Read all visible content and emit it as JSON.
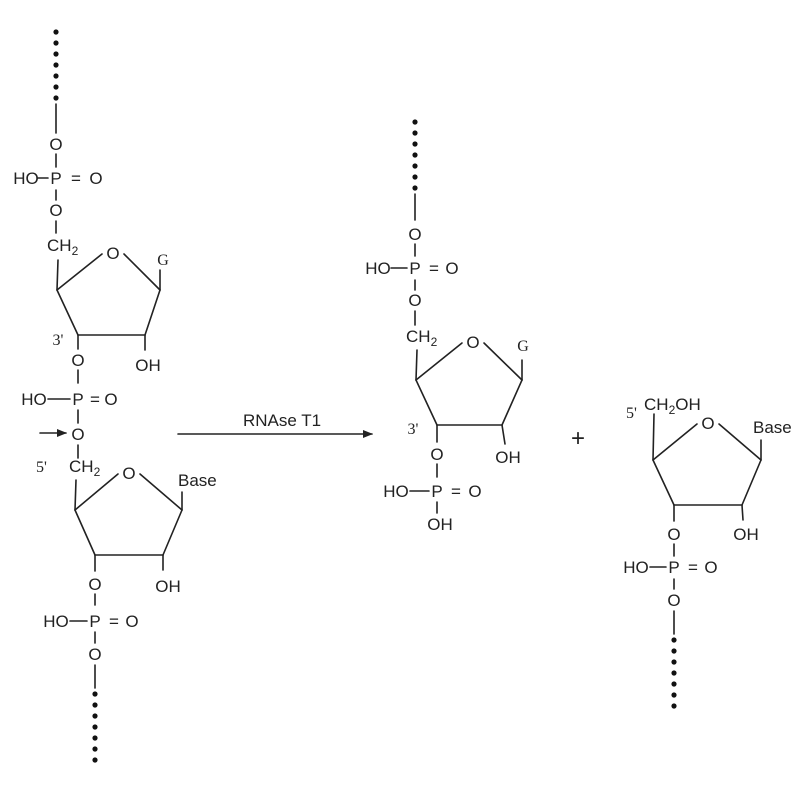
{
  "labels": {
    "o": "O",
    "p": "P",
    "ho": "HO",
    "oh": "OH",
    "eq": "=",
    "ch2": "CH",
    "sub2": "2",
    "g": "G",
    "base": "Base",
    "three_prime": "3'",
    "five_prime": "5'",
    "ch2oh_main": "CH",
    "ch2oh_tail": "OH",
    "enzyme": "RNAse T1",
    "plus": "+"
  },
  "colors": {
    "ink": "#222222",
    "background": "#ffffff"
  }
}
